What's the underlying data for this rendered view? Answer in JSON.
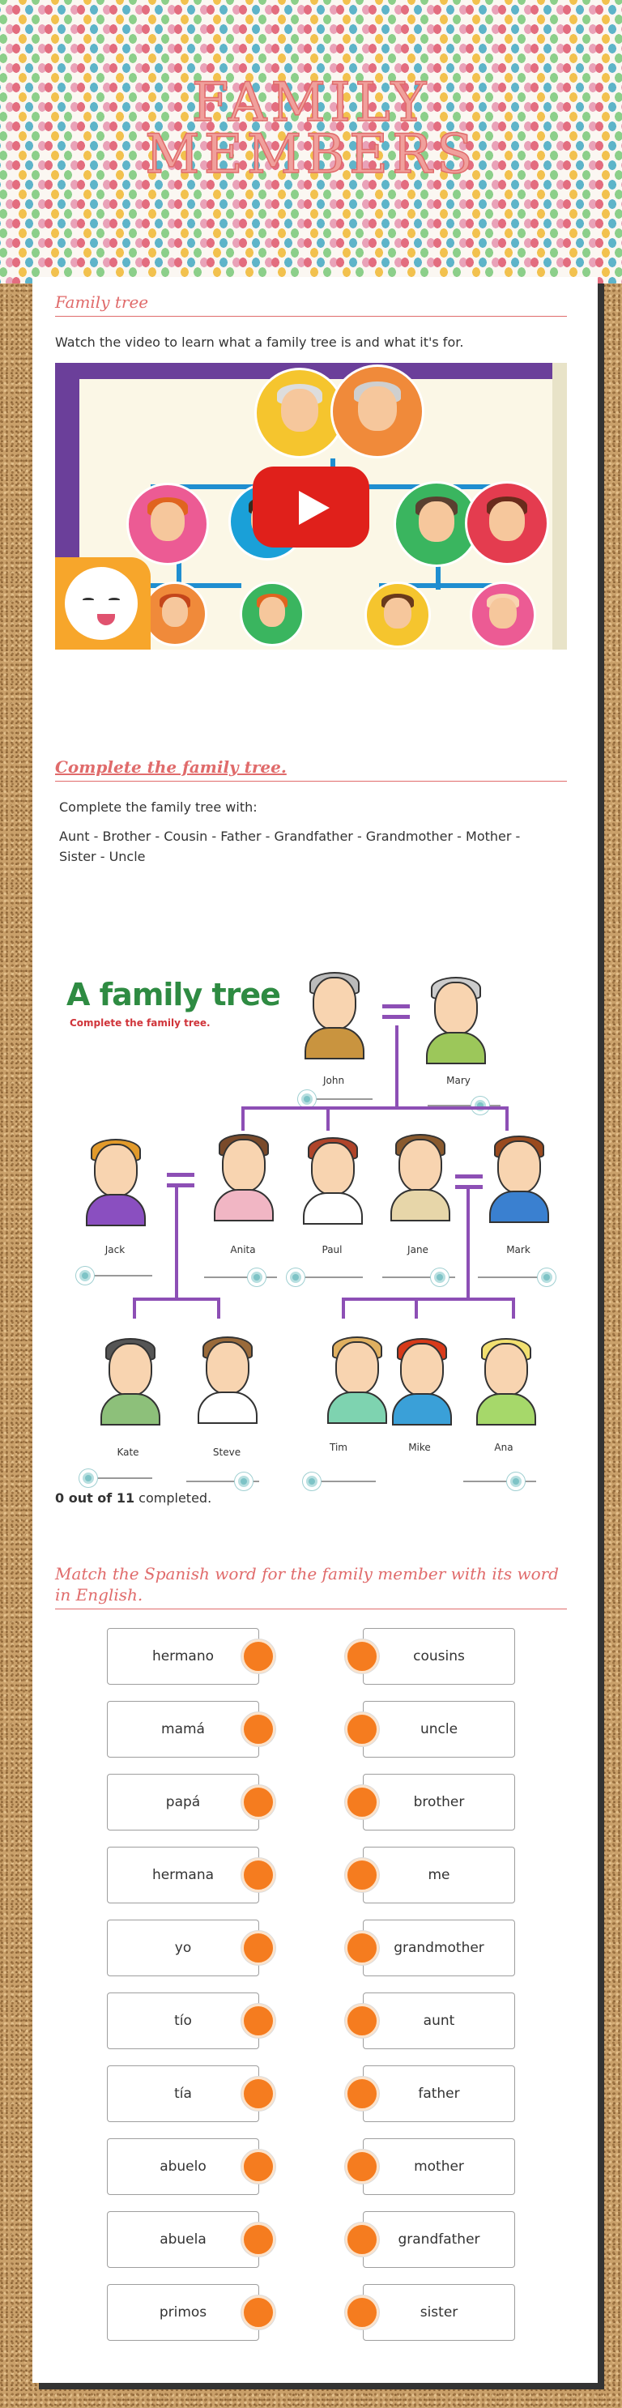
{
  "header": {
    "title_line1": "FAMILY",
    "title_line2": "MEMBERS"
  },
  "section1": {
    "title": "Family tree",
    "description": "Watch the video to learn what a family tree is and what it's for."
  },
  "video": {
    "play_icon": "youtube-play-icon"
  },
  "section2": {
    "title": "Complete the family tree.",
    "instruction": "Complete the family tree with:",
    "word_bank": "Aunt - Brother - Cousin - Father - Grandfather - Grandmother - Mother - Sister - Uncle"
  },
  "tree": {
    "title": "A family tree",
    "subtitle": "Complete the family tree.",
    "names": {
      "john": "John",
      "mary": "Mary",
      "jack": "Jack",
      "anita": "Anita",
      "paul": "Paul",
      "jane": "Jane",
      "mark": "Mark",
      "kate": "Kate",
      "steve": "Steve",
      "tim": "Tim",
      "mike": "Mike",
      "ana": "Ana"
    }
  },
  "progress": {
    "done": "0 out of 11",
    "suffix": " completed."
  },
  "section3": {
    "title": "Match the Spanish word for the family member with its word in English."
  },
  "matching": {
    "left": [
      "hermano",
      "mamá",
      "papá",
      "hermana",
      "yo",
      "tío",
      "tía",
      "abuelo",
      "abuela",
      "primos"
    ],
    "right": [
      "cousins",
      "uncle",
      "brother",
      "me",
      "grandmother",
      "aunt",
      "father",
      "mother",
      "grandfather",
      "sister"
    ]
  },
  "colors": {
    "accent": "#e06b6b",
    "knob": "#f57c1f",
    "tree_line": "#8d4fb5",
    "video_line": "#1f8ed0"
  }
}
